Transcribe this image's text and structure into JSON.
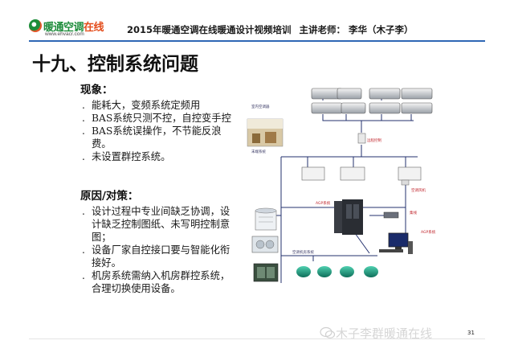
{
  "header": {
    "logo_text": "暖通空调",
    "logo_text_tail": "在线",
    "logo_url": "www.ehvacr.com",
    "course_title": "2015年暖通空调在线暖通设计视频培训",
    "lecturer": "主讲老师：  李华（木子李）"
  },
  "slide": {
    "title": "十九、控制系统问题",
    "symptoms": {
      "heading": "现象：",
      "items": [
        "能耗大，变频系统定频用",
        "BAS系统只测不控，自控变手控",
        "BAS系统误操作，不节能反浪费。",
        "未设置群控系统。"
      ]
    },
    "causes": {
      "heading": "原因/对策：",
      "items": [
        "设计过程中专业间缺乏协调，设计缺乏控制图纸、未写明控制意图；",
        "设备厂家自控接口要与智能化衔接好。",
        "机房系统需纳入机房群控系统，合理切换使用设备。"
      ]
    }
  },
  "diagram": {
    "labels": {
      "indoor_units": "室内空调器",
      "terminal_system": "末端系统",
      "remote_control": "远程控制",
      "air_handler": "空调风机",
      "agp_system": "AGP系统",
      "hub": "集线",
      "plant_system": "空调机房系统",
      "agp_system_pc": "AGP系统"
    },
    "colors": {
      "line": "#23306e",
      "label_red": "#c0262d",
      "label_blue": "#3a3a66"
    }
  },
  "footer": {
    "watermark": "木子李群暖通在线",
    "page_number": "31"
  }
}
